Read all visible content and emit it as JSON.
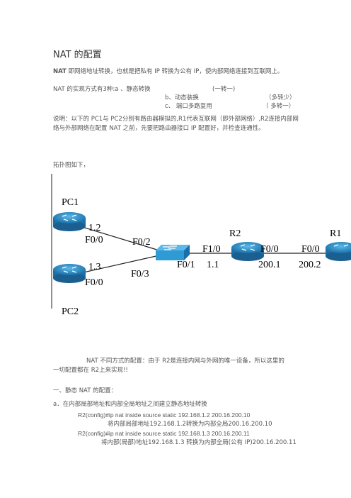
{
  "doc": {
    "title": "NAT 的配置",
    "intro_bold": "NAT",
    "intro_rest": " 即网络地址转换，也就是把私有 IP 转换为公有 IP，使内部网络连接到互联网上。",
    "methods_lead": "NAT 的实现方式有3种:a 、静态转换",
    "method_a_note": "(一转一)",
    "method_b": "b、动态装换",
    "method_b_note": "（多转少）",
    "method_c": "c、   端口多路复用",
    "method_c_note": "（  多转一）",
    "desc_line1": "说明：以下的 PC1与 PC2分别有路由器模拟的,R1代表互联网（即外部网络）,R2连接内部网",
    "desc_line2": "络与外部网络在配置 NAT 之前，先要把路由器接口 IP 配置好，并检查连通性。",
    "topo_caption": "拓扑图如下，",
    "config_line1": "NAT 不同方式的配置：由于 R2是连接内网与外网的唯一设备，所以这里的",
    "config_line2": "一切配置都在 R2上来实现!!",
    "static_heading": "一、静态 NAT 的配置：",
    "step_a": "a．在内部局部地址和内部全局地址之间建立静态地址转换",
    "cmd1": "R2(config)#ip nat inside source static 192.168.1.2 200.16.200.10",
    "cmd1_note": "将内部局部地址192.168.1.2转换为内部全局200.16.200.10",
    "cmd2": "R2(config)#ip nat inside source static 192.168.1.3 200.16.200.11",
    "cmd2_note": "将内部(局部)地址192.168.1.3 转换为内部全局(公有 IP)200.16.200.11"
  },
  "topology": {
    "pc1": "PC1",
    "pc2": "PC2",
    "r2": "R2",
    "r1": "R1",
    "pc1_ip": "1.2",
    "pc1_if": "F0/0",
    "pc2_ip": "1.3",
    "pc2_if": "F0/0",
    "sw_f02": "F0/2",
    "sw_f03": "F0/3",
    "sw_f01": "F0/1",
    "r2_f10": "F1/0",
    "r2_f10_ip": "1.1",
    "r2_f00": "F0/0",
    "r2_f00_ip": "200.1",
    "r1_f00": "F0/0",
    "r1_f00_ip": "200.2",
    "router_color": "#2b8fc9",
    "switch_color": "#2f9bd4"
  }
}
